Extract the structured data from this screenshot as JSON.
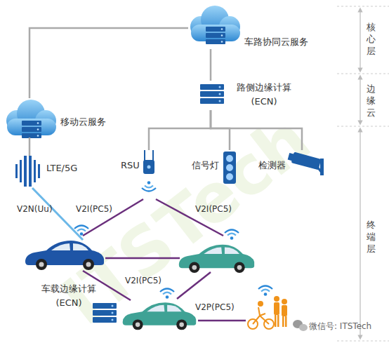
{
  "diagram": {
    "nodes": [
      {
        "text": [
          "车路协同云服务"
        ]
      },
      {
        "text": [
          "路侧边缘计算 (ECN)"
        ]
      },
      {
        "text": [
          "移动云服务"
        ]
      },
      {
        "text": [
          "LTE/5G"
        ]
      },
      {
        "text": [
          "RSU"
        ]
      },
      {
        "text": [
          "信号灯"
        ]
      },
      {
        "text": [
          "检测器"
        ]
      },
      {
        "text": [
          "车载边缘计算 (ECN)"
        ]
      }
    ],
    "edges": [
      {
        "from": 0,
        "to": 2,
        "arrow": "none"
      },
      {
        "from": 0,
        "to": 1,
        "arrow": "none"
      },
      {
        "from": 2,
        "to": 3,
        "arrow": "none"
      },
      {
        "from": 1,
        "to": 4,
        "arrow": "none"
      },
      {
        "from": 1,
        "to": 5,
        "arrow": "none"
      },
      {
        "from": 1,
        "to": 6,
        "arrow": "none"
      }
    ],
    "labels": [
      "核心层",
      "边缘云",
      "终端层",
      "V2N(Uu)",
      "V2I(PC5)",
      "V2I(PC5)",
      "V2I(PC5)",
      "V2P(PC5)",
      "微信号: ITSTech",
      "ITSTech"
    ]
  }
}
